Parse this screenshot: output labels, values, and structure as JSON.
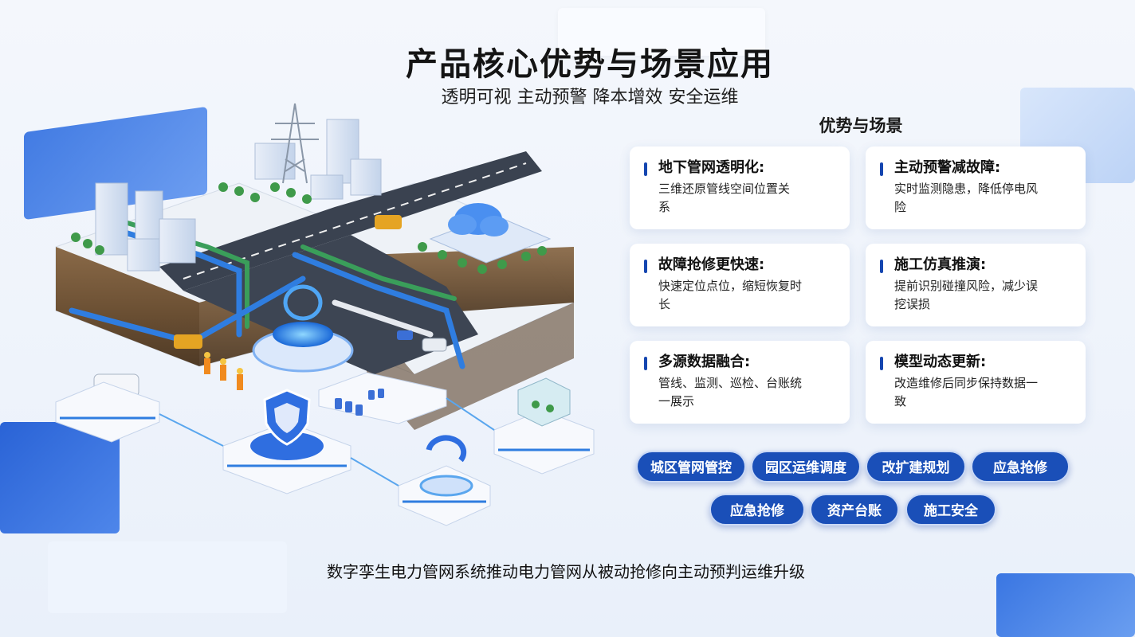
{
  "header": {
    "title": "产品核心优势与场景应用",
    "subtitle": "透明可视 主动预警 降本增效 安全运维"
  },
  "advantages": {
    "section_title": "优势与场景",
    "cards": [
      {
        "title": "地下管网透明化:",
        "desc_line1": "三维还原管线空间位置关",
        "desc_line2": "系"
      },
      {
        "title": "主动预警减故障:",
        "desc_line1": "实时监测隐患，降低停电风",
        "desc_line2": "险"
      },
      {
        "title": "故障抢修更快速:",
        "desc_line1": "快速定位点位，缩短恢复时",
        "desc_line2": "长"
      },
      {
        "title": "施工仿真推演:",
        "desc_line1": "提前识别碰撞风险，减少误",
        "desc_line2": "挖误损"
      },
      {
        "title": "多源数据融合:",
        "desc_line1": "管线、监测、巡检、台账统",
        "desc_line2": "一展示"
      },
      {
        "title": "模型动态更新:",
        "desc_line1": "改造维修后同步保持数据一",
        "desc_line2": "致"
      }
    ]
  },
  "scenarios": {
    "row1": [
      "城区管网管控",
      "园区运维调度",
      "改扩建规划",
      "应急抢修"
    ],
    "row2": [
      "应急抢修",
      "资产台账",
      "施工安全"
    ]
  },
  "footer": {
    "text": "数字孪生电力管网系统推动电力管网从被动抢修向主动预判运维升级"
  },
  "colors": {
    "accent": "#1a4fb8",
    "card_bar": "#1546b0",
    "pipe_blue": "#2f7de0",
    "pipe_green": "#3a9e5a"
  }
}
